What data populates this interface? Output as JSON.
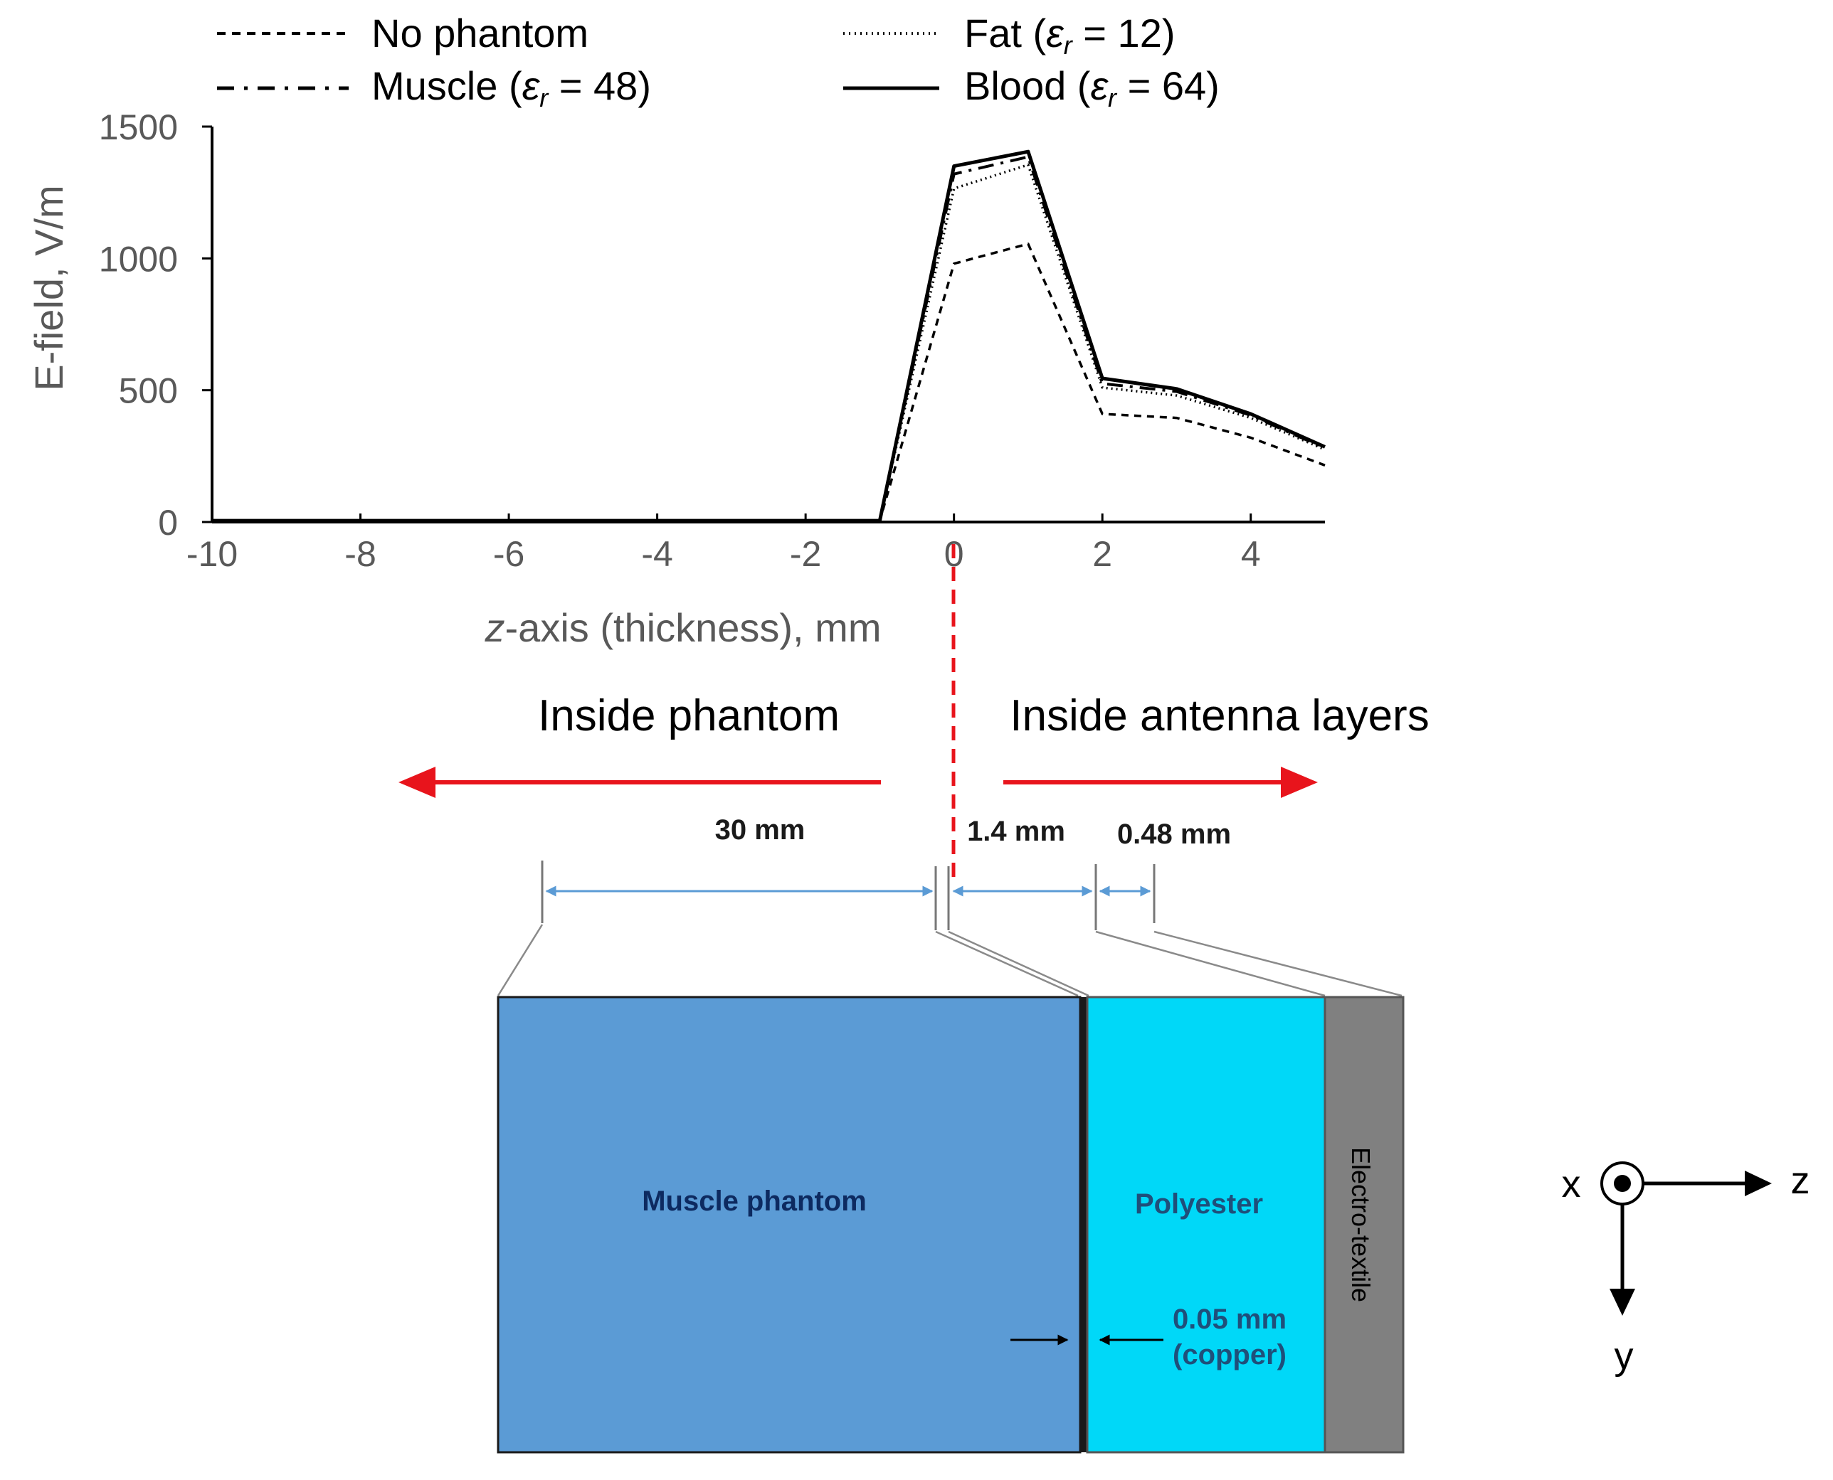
{
  "chart_data": {
    "type": "line",
    "xlabel_italic": "z",
    "xlabel_rest": "-axis (thickness), mm",
    "ylabel": "E-field, V/m",
    "xlim": [
      -10,
      5
    ],
    "ylim": [
      0,
      1500
    ],
    "xticks": [
      -10,
      -8,
      -6,
      -4,
      -2,
      0,
      2,
      4
    ],
    "yticks": [
      0,
      500,
      1000,
      1500
    ],
    "legend_position": "top",
    "series": [
      {
        "name": "No phantom",
        "name_pre": "No phantom",
        "name_sym": "",
        "name_sub": "",
        "name_post": "",
        "dash": "10,8",
        "width": 3.5,
        "x": [
          -10,
          -9,
          -8,
          -7,
          -6,
          -5,
          -4,
          -3,
          -2,
          -1,
          0,
          1,
          2,
          3,
          4,
          5
        ],
        "y": [
          5,
          5,
          5,
          5,
          5,
          5,
          5,
          5,
          5,
          5,
          980,
          1055,
          410,
          395,
          320,
          215
        ]
      },
      {
        "name": "Fat (εr = 12)",
        "name_pre": "Fat (",
        "name_sym": "ε",
        "name_sub": "r",
        "name_post": " = 12)",
        "dash": "2,5",
        "width": 3.5,
        "x": [
          -10,
          -9,
          -8,
          -7,
          -6,
          -5,
          -4,
          -3,
          -2,
          -1,
          0,
          1,
          2,
          3,
          4,
          5
        ],
        "y": [
          5,
          5,
          5,
          5,
          5,
          5,
          5,
          5,
          5,
          5,
          1265,
          1355,
          510,
          480,
          395,
          275
        ]
      },
      {
        "name": "Muscle (εr = 48)",
        "name_pre": "Muscle (",
        "name_sym": "ε",
        "name_sub": "r",
        "name_post": " = 48)",
        "dash": "22,10,4,10",
        "width": 4,
        "x": [
          -10,
          -9,
          -8,
          -7,
          -6,
          -5,
          -4,
          -3,
          -2,
          -1,
          0,
          1,
          2,
          3,
          4,
          5
        ],
        "y": [
          5,
          5,
          5,
          5,
          5,
          5,
          5,
          5,
          5,
          5,
          1320,
          1385,
          525,
          495,
          405,
          280
        ]
      },
      {
        "name": "Blood (εr = 64)",
        "name_pre": "Blood (",
        "name_sym": "ε",
        "name_sub": "r",
        "name_post": " = 64)",
        "dash": "",
        "width": 5,
        "x": [
          -10,
          -9,
          -8,
          -7,
          -6,
          -5,
          -4,
          -3,
          -2,
          -1,
          0,
          1,
          2,
          3,
          4,
          5
        ],
        "y": [
          5,
          5,
          5,
          5,
          5,
          5,
          5,
          5,
          5,
          5,
          1350,
          1405,
          545,
          505,
          410,
          285
        ]
      }
    ]
  },
  "diagram": {
    "label_inside_phantom": "Inside phantom",
    "label_inside_antenna": "Inside antenna layers",
    "dim_phantom": "30 mm",
    "dim_substrate": "1.4 mm",
    "dim_textile": "0.48 mm",
    "dim_copper_value": "0.05 mm",
    "dim_copper_material": "(copper)",
    "layer_muscle": "Muscle phantom",
    "layer_polyester": "Polyester",
    "layer_electrotextile": "Electro-textile",
    "axis_x": "x",
    "axis_y": "y",
    "axis_z": "z",
    "colors": {
      "muscle": "#5b9bd5",
      "polyester": "#00d8f8",
      "electrotextile": "#808080",
      "copper": "#1a1a1a",
      "arrow_red": "#e8141c",
      "dimension_blue": "#5b9bd5",
      "axis_text": "#595959"
    }
  }
}
